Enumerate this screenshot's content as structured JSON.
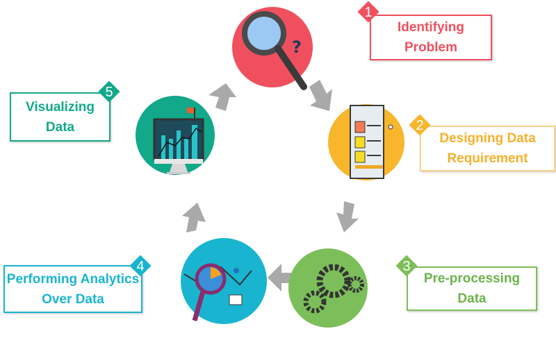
{
  "steps": [
    {
      "number": "1",
      "label_lines": [
        "Identifying Problem"
      ],
      "color": "#f0505e"
    },
    {
      "number": "2",
      "label_lines": [
        "Designing Data",
        "Requirement"
      ],
      "color": "#f8b02a"
    },
    {
      "number": "3",
      "label_lines": [
        "Pre-processing Data"
      ],
      "color": "#7cbf5a"
    },
    {
      "number": "4",
      "label_lines": [
        "Performing Analytics",
        "Over Data"
      ],
      "color": "#19b5d0"
    },
    {
      "number": "5",
      "label_lines": [
        "Visualizing Data"
      ],
      "color": "#12a88a"
    }
  ]
}
